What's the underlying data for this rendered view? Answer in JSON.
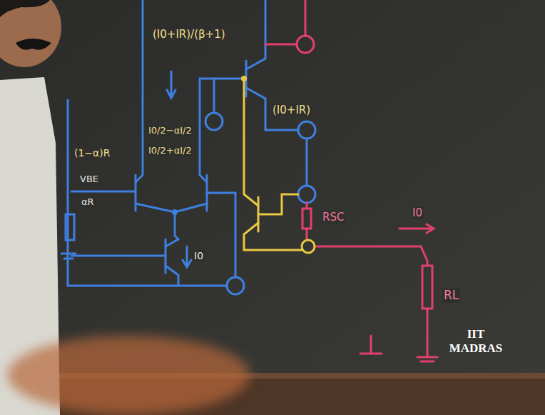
{
  "diagram": {
    "labels": [
      "(I0+IR)/(β+1)",
      "(I0+IR)",
      "(1−α)R",
      "VBE",
      "αR",
      "I0/2−αI/2",
      "I0/2+αI/2",
      "I0",
      "RSC",
      "I0",
      "RL",
      "IIT MADRAS"
    ]
  }
}
